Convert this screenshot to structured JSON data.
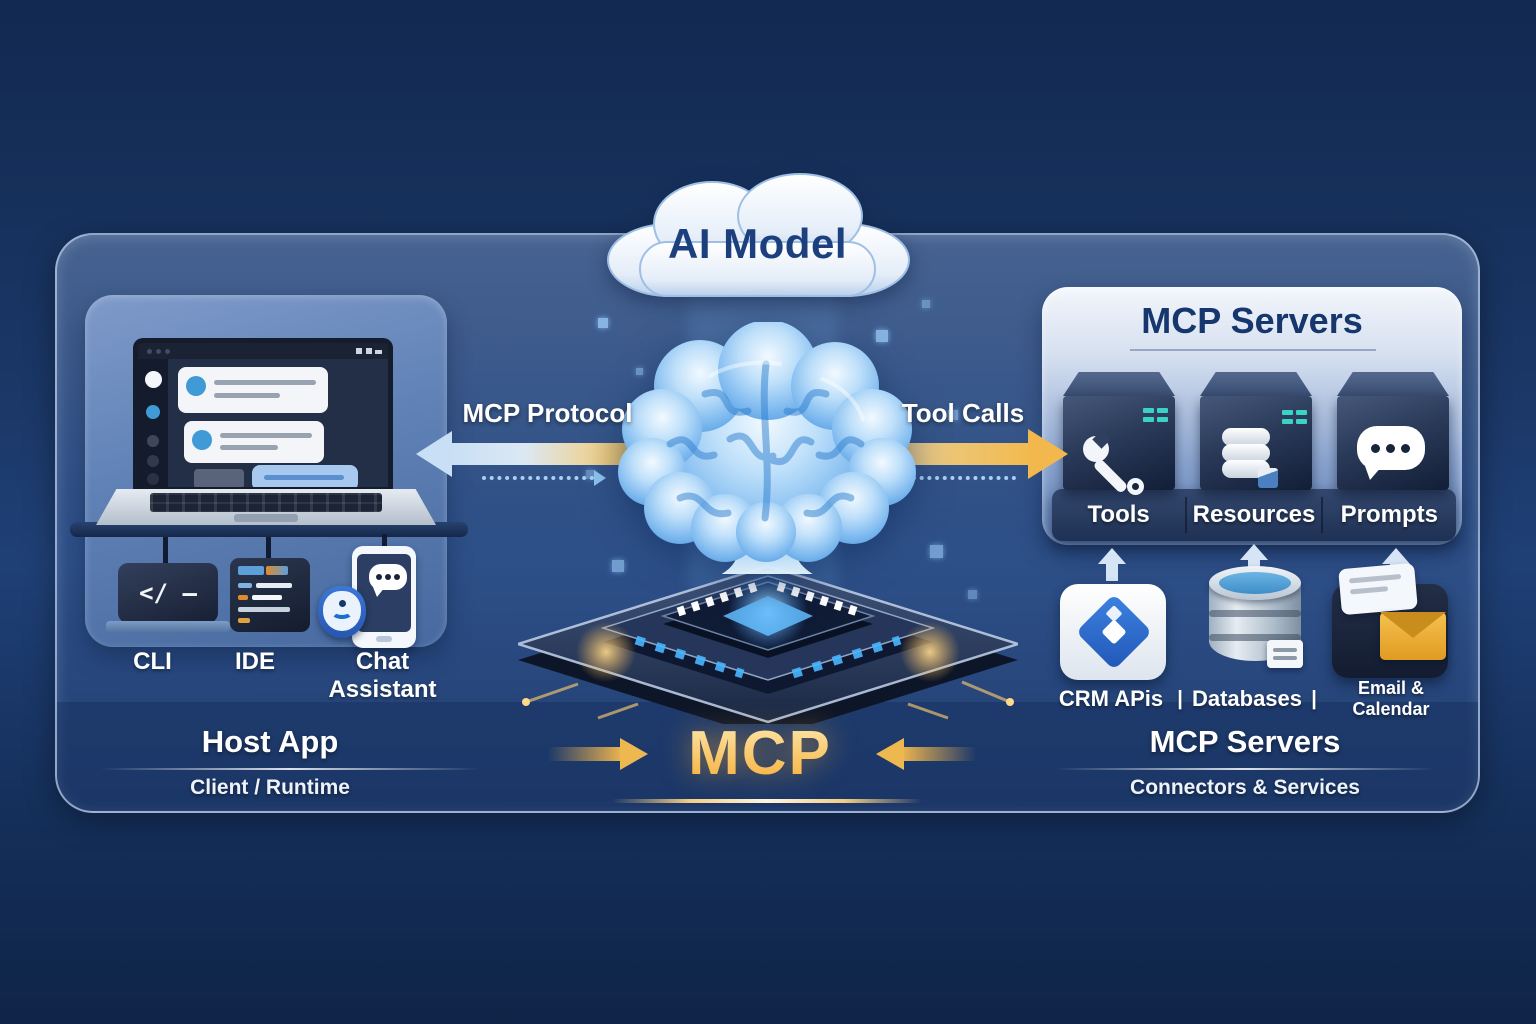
{
  "cloud": {
    "label": "AI Model"
  },
  "flows": {
    "left_label": "MCP Protocol",
    "right_label": "Tool Calls"
  },
  "host": {
    "apps": [
      {
        "label": "CLI"
      },
      {
        "label": "IDE"
      },
      {
        "label": "Chat Assistant"
      }
    ],
    "cli_glyph": "</ –",
    "footer_title": "Host App",
    "footer_subtitle": "Client / Runtime"
  },
  "servers": {
    "panel_title": "MCP Servers",
    "shelf": [
      {
        "label": "Tools"
      },
      {
        "label": "Resources"
      },
      {
        "label": "Prompts"
      }
    ],
    "connectors": [
      {
        "label": "CRM APis"
      },
      {
        "label": "Databases"
      },
      {
        "label": "Email & Calendar"
      }
    ],
    "connector_divider": "|",
    "footer_title": "MCP Servers",
    "footer_subtitle": "Connectors & Services"
  },
  "protocol": {
    "label": "MCP"
  },
  "colors": {
    "accent_gold": "#f2b84e",
    "accent_light_blue": "#c9dff5",
    "navy_heading": "#16366e",
    "panel_border": "#cdd eef6",
    "teal_indicator": "#3bd3c6"
  }
}
